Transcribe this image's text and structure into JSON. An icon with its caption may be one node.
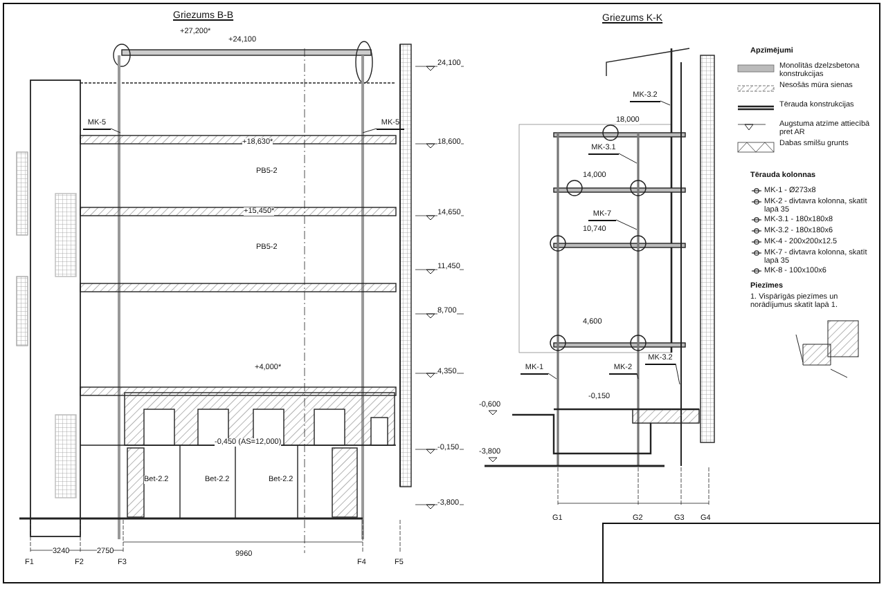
{
  "diagram": {
    "nodes": [
      {
        "text": [
          "MK-5"
        ]
      },
      {
        "text": [
          "MK-5"
        ]
      },
      {
        "text": [
          "MK-3.2"
        ]
      },
      {
        "text": [
          "MK-3.1"
        ]
      },
      {
        "text": [
          "MK-7"
        ]
      },
      {
        "text": [
          "MK-2"
        ]
      },
      {
        "text": [
          "MK-1"
        ]
      },
      {
        "text": [
          "MK-3.2"
        ]
      },
      {
        "text": [],
        "shape": "box"
      }
    ],
    "edges": [
      {
        "from": 0,
        "to": null,
        "arrow": "none"
      },
      {
        "from": 1,
        "to": null,
        "arrow": "none"
      },
      {
        "from": 2,
        "to": null,
        "arrow": "none"
      },
      {
        "from": 3,
        "to": null,
        "arrow": "none"
      },
      {
        "from": 4,
        "to": null,
        "arrow": "none"
      },
      {
        "from": 5,
        "to": null,
        "arrow": "none"
      },
      {
        "from": 6,
        "to": null,
        "arrow": "none"
      },
      {
        "from": 7,
        "to": null,
        "arrow": "none"
      }
    ],
    "labels": [
      "Griezums B-B",
      "+27,200*",
      "+24,100",
      "PB5-2",
      "+18,630*",
      "+15,450*",
      "PB5-2",
      "+4,000*",
      "-0,450 (AS=12,000)",
      "Bet-2.2",
      "Bet-2.2",
      "Bet-2.2",
      "3240",
      "2750",
      "9960",
      "F1",
      "F2",
      "F3",
      "F4",
      "F5",
      "24,100",
      "18,600",
      "14,650",
      "11,450",
      "8,700",
      "4,350",
      "-0,150",
      "-3,800",
      "Griezums K-K",
      "18,000",
      "14,000",
      "10,740",
      "4,600",
      "-0,150",
      "-0,600",
      "-3,800",
      "G1",
      "G2",
      "G3",
      "G4",
      "Apzīmējumi",
      "Tērauda kolonnas",
      "MK-1 - Ø273x8",
      "MK-2 - divtavra kolonna, skatīt lapā 35",
      "MK-3.1 - 180x180x8",
      "MK-3.2 - 180x180x6",
      "MK-4 - 200x200x12.5",
      "MK-7 - divtavra kolonna, skatīt lapā 35",
      "MK-8 - 100x100x6",
      "Piezīmes",
      "1. Vispārīgās piezīmes un norādījumus skatīt lapā 1."
    ],
    "legend": [
      {
        "text": "Monolītās dzelzsbetona konstrukcijas"
      },
      {
        "text": "Nesošās mūra sienas"
      },
      {
        "text": "Tērauda konstrukcijas"
      },
      {
        "text": "Augstuma atzīme attiecībā pret AR"
      },
      {
        "text": "Dabas smilšu grunts"
      }
    ]
  }
}
